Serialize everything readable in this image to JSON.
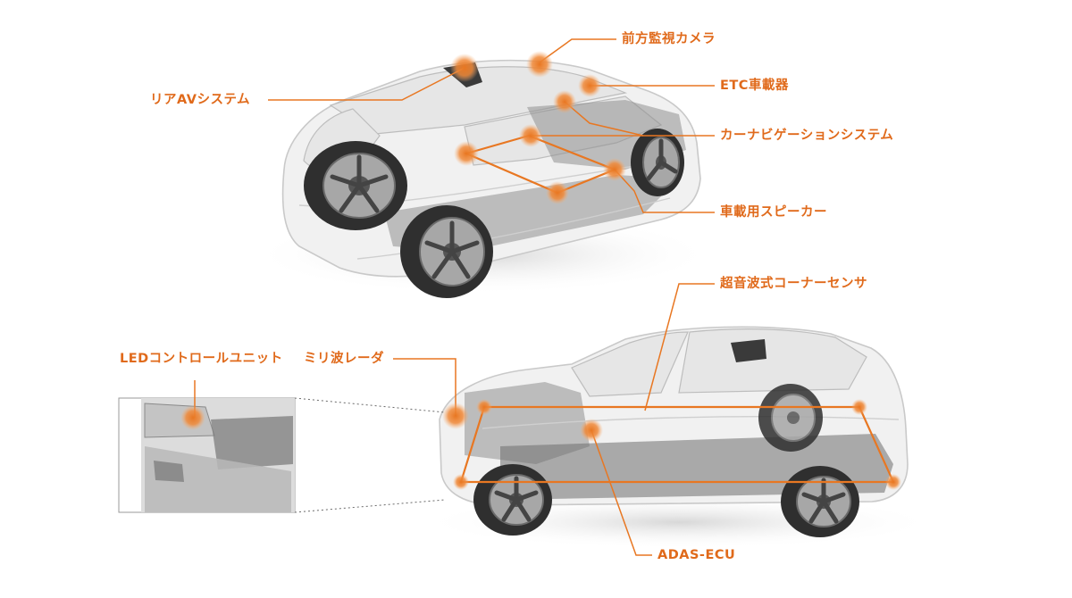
{
  "colors": {
    "accent": "#e87722",
    "label": "#e06a1b",
    "glow": "#f39a4c"
  },
  "labels": {
    "front_camera": "前方監視カメラ",
    "rear_av": "リアAVシステム",
    "etc": "ETC車載器",
    "car_navigation": "カーナビゲーションシステム",
    "speaker": "車載用スピーカー",
    "ultrasonic": "超音波式コーナーセンサ",
    "led_control": "LEDコントロールユニット",
    "millimeter_radar": "ミリ波レーダ",
    "adas_ecu": "ADAS-ECU"
  }
}
